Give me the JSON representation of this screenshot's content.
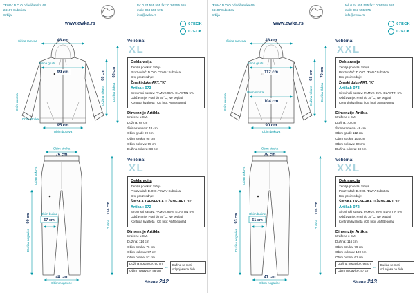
{
  "accent_color": "#0097a6",
  "pages": [
    {
      "header": {
        "left_lines": [
          "\"EWA\" D.O.O. Vladičanska 69",
          "24107 Subotica",
          "Srbija"
        ],
        "right_lines": [
          "tel: 0 24 555 555  fax: 0 24 555 555",
          "mob: 063 555 575",
          "info@ewka.rs"
        ],
        "website": "www.ewka.rs",
        "stamps": [
          "07ECK",
          "07ECK"
        ]
      },
      "jacket": {
        "shoulder_label": "Širina ramena",
        "shoulder_value": "48 cm",
        "chest_label": "Širina grudi",
        "chest_value": "99 cm",
        "waist_label": "Obim struka",
        "hem_label": "Obim bokova",
        "hem_value": "95 cm",
        "sleeve_label": "Dužina rukava",
        "sleeve_value": "68 cm",
        "length_label": "Dužina duksa",
        "length_value": "68 cm",
        "cuff_label": "Obim rukava"
      },
      "panel_top": {
        "size_label": "Veličina:",
        "size_value": "XL",
        "dekl": {
          "title": "Deklaracija",
          "line1": "Zemlja porekla: Srbija",
          "line2": "Proizvođač: D.O.O. \"EWA\" Subotica",
          "line3": "Broj proizvodnje:",
          "product": "Ženski duks-ART. \"K\"",
          "artikal": "Artikal: 073",
          "line4": "Sirovinski sastav: PAMUK 95%, ELASTIN 5%",
          "line5": "Održavanje: Prati do 30°C, Ne peglati",
          "line6": "Kontrola kvaliteta i CE broj: AM Beograd"
        },
        "dims": {
          "title": "Dimenzije Artikla",
          "subtitle": "Izražene u CM.",
          "rows": [
            "Dužina: 68 cm",
            "Širina ramena: 48 cm",
            "Obim grudi: 99 cm",
            "Obim struka: 95 cm",
            "Obim bokova: 95 cm",
            "Dužina rukava: 68 cm"
          ]
        }
      },
      "pants": {
        "waist_label": "Obim struka",
        "waist_value": "76 cm",
        "hip_label": "Obim kukova",
        "thigh_label": "Obim butine",
        "thigh_value": "57 cm",
        "inseam_label": "Dužina nogavice",
        "inseam_value": "90 cm",
        "length_label": "Dužina",
        "length_value": "114 cm",
        "hem_label": "Obim nogavice",
        "hem_value": "48 cm"
      },
      "panel_bot": {
        "size_label": "Veličina:",
        "size_value": "XL",
        "dekl": {
          "title": "Deklaracija",
          "line1": "Zemlja porekla: Srbija",
          "line2": "Proizvođač: D.O.O. \"EWA\" Subotica",
          "line3": "Broj proizvodnje:",
          "product": "ŠINSKA TRENERKA D.ŽENE-ART \"U\"",
          "artikal": "Artikal: 072",
          "line4": "Sirovinski sastav: PAMUK 95%, ELASTIN 5%",
          "line5": "Održavanje: Prati do 30°C, Ne peglati",
          "line6": "Kontrola kvaliteta i CE broj: AM Beograd"
        },
        "dims": {
          "title": "Dimenzije Artikla",
          "subtitle": "Izražene u CM.",
          "rows": [
            "Dužina: 114 cm",
            "Obim struka: 76 cm",
            "Obim kukova: 97 cm",
            "Obim butine: 57 cm",
            "Dužina nogavice: 90 cm",
            "Obim nogavice: 48 cm"
          ]
        },
        "note": {
          "line1": "Dužina se meri",
          "line2": "od pojasa na dole"
        }
      },
      "footer": {
        "label": "Strana",
        "number": "242"
      }
    },
    {
      "header": {
        "left_lines": [
          "\"EWA\" D.O.O. Vladičanska 69",
          "24107 Subotica",
          "Srbija"
        ],
        "right_lines": [
          "tel: 0 24 555 555  fax: 0 24 555 555",
          "mob: 063 555 575",
          "info@ewka.rs"
        ],
        "website": "www.ewka.rs",
        "stamps": [
          "07ECK",
          "07ECK"
        ]
      },
      "jacket": {
        "shoulder_label": "Širina ramena",
        "shoulder_value": "48 cm",
        "chest_label": "Širina grudi",
        "chest_value": "112 cm",
        "waist_label": "Obim struka",
        "waist_value": "104 cm",
        "hem_label": "Obim bokova",
        "hem_value": "90 cm",
        "sleeve_label": "Dužina rukava",
        "sleeve_value": "68 cm",
        "length_label": "Dužina duksa",
        "length_value": "70 cm",
        "cuff_label": "Obim rukava"
      },
      "panel_top": {
        "size_label": "Veličina:",
        "size_value": "XXL",
        "dekl": {
          "title": "Deklaracija",
          "line1": "Zemlja porekla: Srbija",
          "line2": "Proizvođač: D.O.O. \"EWA\" Subotica",
          "line3": "Broj proizvodnje:",
          "product": "Ženski duks-ART. \"K\"",
          "artikal": "Artikal: 073",
          "line4": "Sirovinski sastav: PAMUK 95%, ELASTIN 5%",
          "line5": "Održavanje: Prati do 30°C, Ne peglati",
          "line6": "Kontrola kvaliteta i CE broj: AM Beograd"
        },
        "dims": {
          "title": "Dimenzije Artikla",
          "subtitle": "Izražene u CM.",
          "rows": [
            "Dužina: 70 cm",
            "Širina ramena: 48 cm",
            "Obim grudi: 112 cm",
            "Obim struka: 104 cm",
            "Obim bokova: 90 cm",
            "Dužina rukava: 68 cm"
          ]
        }
      },
      "pants": {
        "waist_label": "Obim struka",
        "waist_value": "79 cm",
        "hip_label": "Obim kukova",
        "thigh_label": "Obim butine",
        "thigh_value": "61 cm",
        "inseam_label": "Dužina nogavice",
        "inseam_value": "93 cm",
        "length_label": "Dužina",
        "length_value": "116 cm",
        "hem_label": "Obim nogavice",
        "hem_value": "47 cm"
      },
      "panel_bot": {
        "size_label": "Veličina:",
        "size_value": "XXL",
        "dekl": {
          "title": "Deklaracija",
          "line1": "Zemlja porekla: Srbija",
          "line2": "Proizvođač: D.O.O. \"EWA\" Subotica",
          "line3": "Broj proizvodnje:",
          "product": "ŠINSKA TRENERKA D.ŽENE-ART \"U\"",
          "artikal": "Artikal: 072",
          "line4": "Sirovinski sastav: PAMUK 95%, ELASTIN 5%",
          "line5": "Održavanje: Prati do 30°C, Ne peglati",
          "line6": "Kontrola kvaliteta i CE broj: AM Beograd"
        },
        "dims": {
          "title": "Dimenzije Artikla",
          "subtitle": "Izražene u CM.",
          "rows": [
            "Dužina: 116 cm",
            "Obim struka: 79 cm",
            "Obim kukova: 100 cm",
            "Obim butine: 61 cm",
            "Dužina nogavice: 93 cm",
            "Obim nogavice: 47 cm"
          ]
        },
        "note": {
          "line1": "Dužina se meri",
          "line2": "od pojasa na dole"
        }
      },
      "footer": {
        "label": "Strana",
        "number": "243"
      }
    }
  ]
}
